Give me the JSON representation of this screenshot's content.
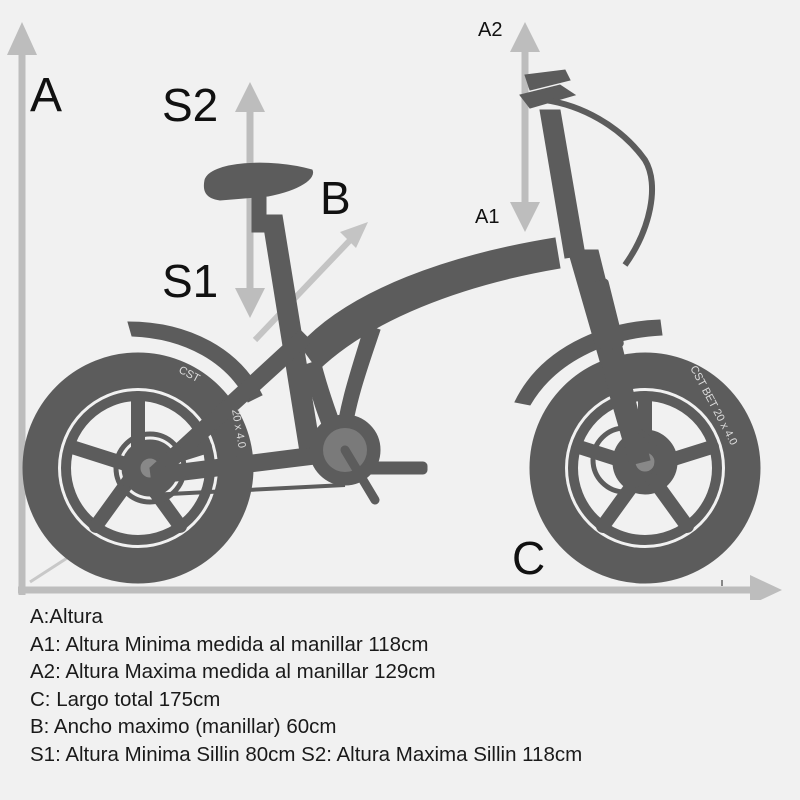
{
  "labels": {
    "A": "A",
    "S2": "S2",
    "S1": "S1",
    "B": "B",
    "C": "C",
    "A1": "A1",
    "A2": "A2"
  },
  "tire_text": {
    "rear_top": "CST",
    "rear_side": "20 x 4.0",
    "front_top": "CST BET 20 x 4.0"
  },
  "legend": [
    "A:Altura",
    "A1: Altura Minima medida al manillar  118cm",
    "A2: Altura Maxima medida al manillar 129cm",
    "C: Largo total 175cm",
    "B: Ancho maximo (manillar) 60cm",
    "S1: Altura Minima Sillin 80cm S2: Altura Maxima Sillin 118cm"
  ],
  "colors": {
    "background": "#f1f1f1",
    "bike": "#5c5c5c",
    "arrow": "#bdbdbd",
    "text": "#111111"
  }
}
